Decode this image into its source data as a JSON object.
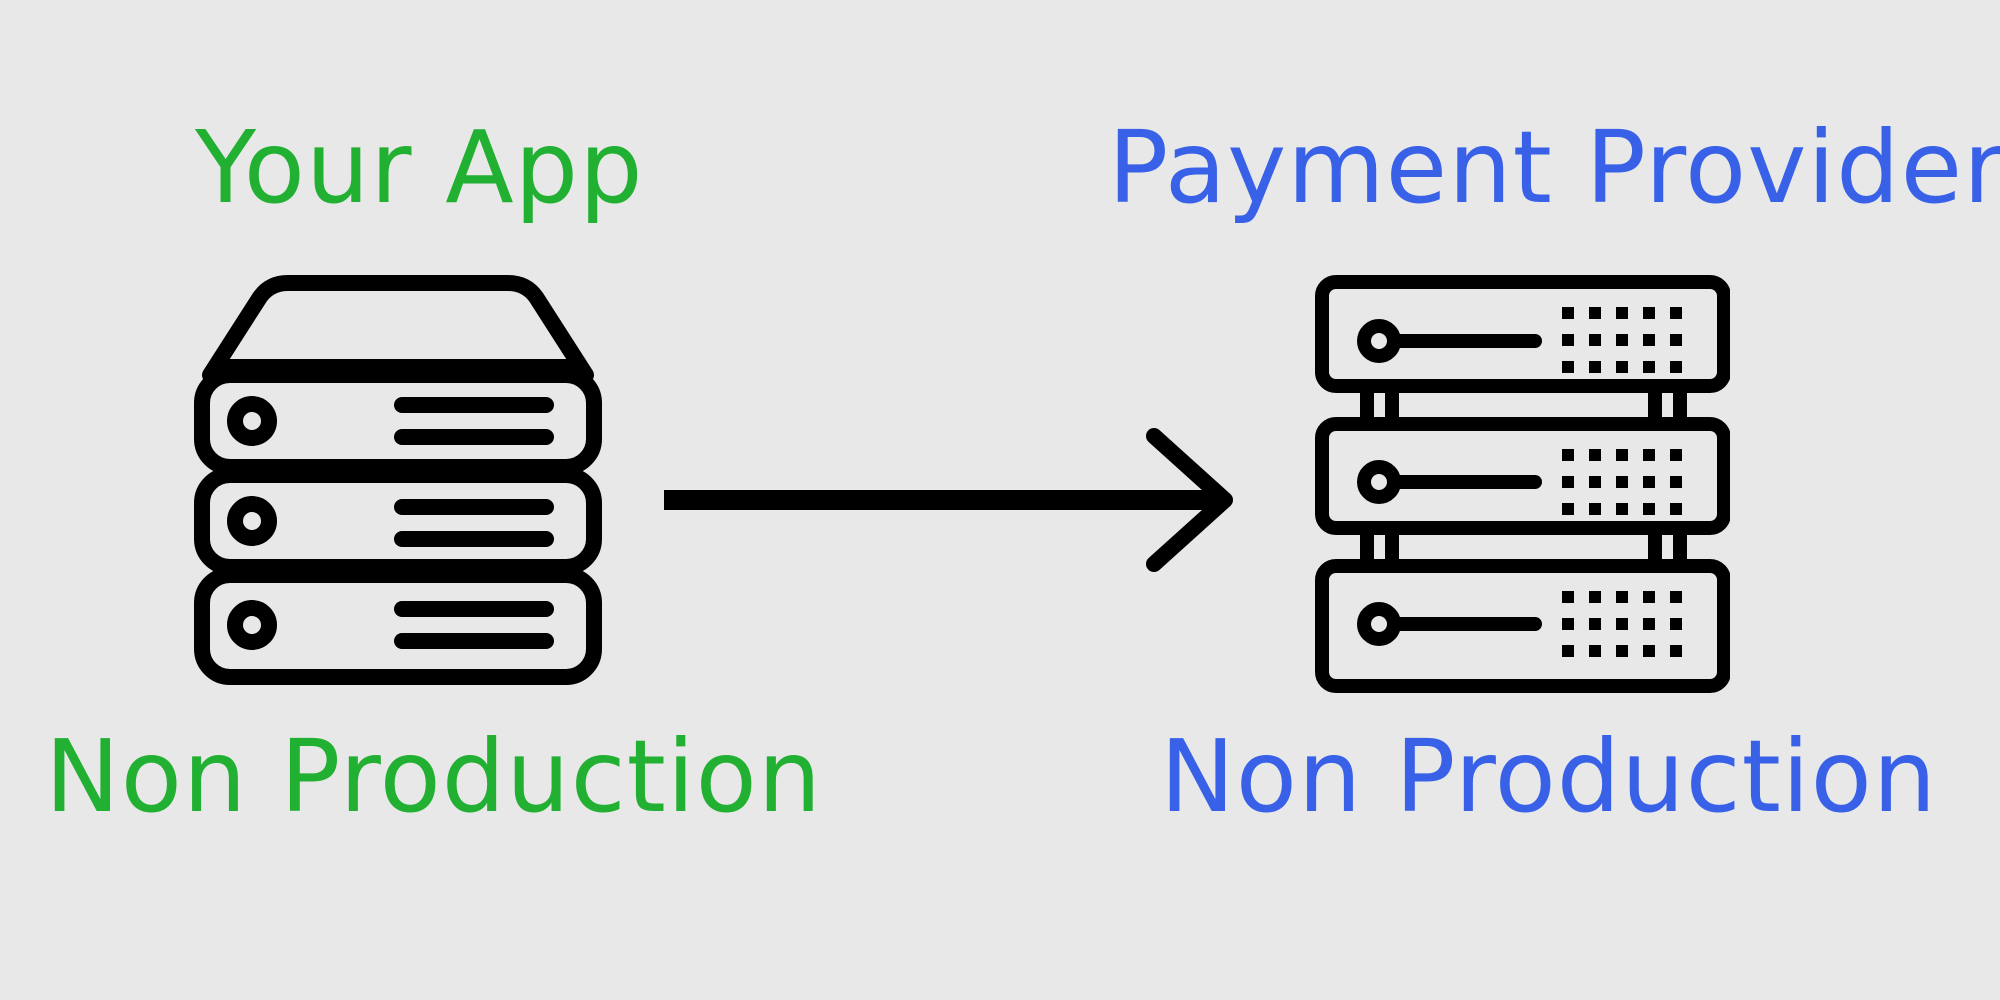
{
  "left": {
    "title": "Your App",
    "environment": "Non Production",
    "color": "#22b033",
    "icon": "server-stack-icon"
  },
  "right": {
    "title": "Payment Provider",
    "environment": "Non Production",
    "color": "#3861e8",
    "icon": "server-rack-icon"
  },
  "connector": {
    "icon": "arrow-right-icon",
    "direction": "left-to-right"
  },
  "background": "#e8e8e8"
}
